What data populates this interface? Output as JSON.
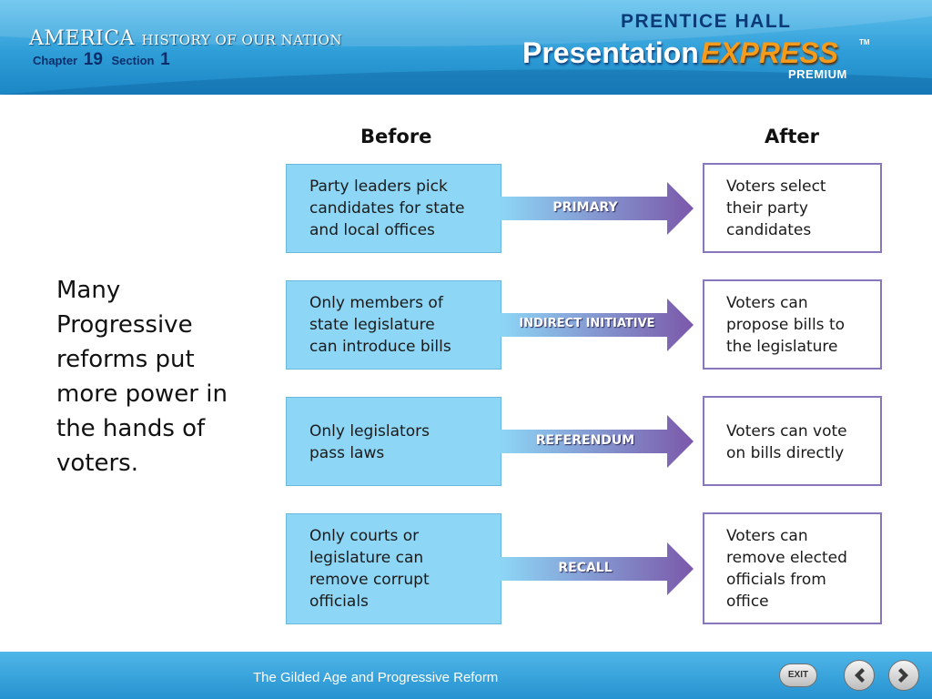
{
  "header": {
    "book_title_main": "AMERICA",
    "book_title_sub": "HISTORY OF OUR NATION",
    "chapter_label": "Chapter",
    "chapter_number": "19",
    "section_label": "Section",
    "section_number": "1",
    "publisher": "PRENTICE HALL",
    "product_word": "Presentation",
    "product_express": "EXPRESS",
    "product_tm": "TM",
    "product_premium": "PREMIUM"
  },
  "slide": {
    "side_text": "Many Progressive reforms put more power in the hands of voters.",
    "before_heading": "Before",
    "after_heading": "After",
    "rows": [
      {
        "before": [
          "Party leaders pick",
          "candidates for state",
          "and local offices"
        ],
        "reform": "PRIMARY",
        "after": [
          "Voters select",
          "their party",
          "candidates"
        ]
      },
      {
        "before": [
          "Only members of",
          "state legislature",
          "can introduce bills"
        ],
        "reform": "INDIRECT INITIATIVE",
        "after": [
          "Voters can",
          "propose bills to",
          "the legislature"
        ]
      },
      {
        "before": [
          "Only legislators",
          "pass laws"
        ],
        "reform": "REFERENDUM",
        "after": [
          "Voters can vote",
          "on bills directly"
        ]
      },
      {
        "before": [
          "Only courts or",
          "legislature can",
          "remove corrupt",
          "officials"
        ],
        "reform": "RECALL",
        "after": [
          "Voters can",
          "remove elected",
          "officials from",
          "office"
        ]
      }
    ]
  },
  "footer": {
    "title": "The Gilded Age and Progressive Reform",
    "exit_label": "EXIT"
  },
  "colors": {
    "header_blue": "#2f9ed8",
    "before_box": "#8dd6f6",
    "after_border": "#8877bb",
    "arrow_start": "#8dd6f6",
    "arrow_end": "#7b58aa",
    "express_orange": "#f59b1c"
  },
  "icons": {
    "back": "chevron-left-icon",
    "next": "chevron-right-icon"
  }
}
